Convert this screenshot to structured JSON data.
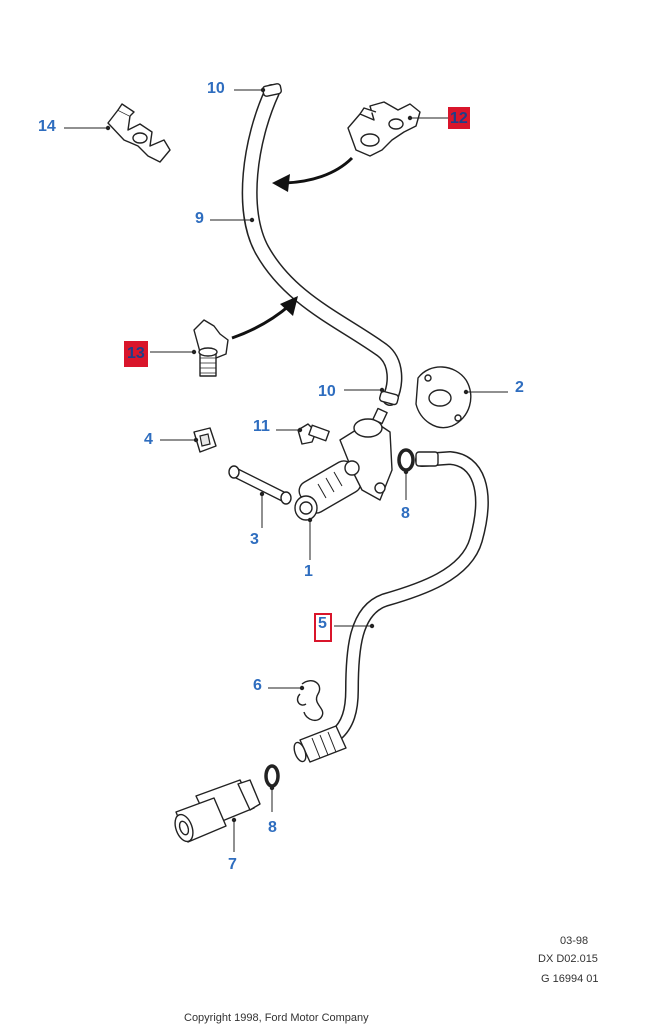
{
  "callouts": {
    "p1": "1",
    "p2": "2",
    "p3": "3",
    "p4": "4",
    "p5": "5",
    "p6": "6",
    "p7": "7",
    "p8a": "8",
    "p8b": "8",
    "p9": "9",
    "p10a": "10",
    "p10b": "10",
    "p11": "11",
    "p12": "12",
    "p13": "13",
    "p14": "14"
  },
  "highlight_colors": {
    "filled_box": "#d9152b",
    "outline_box": "#d9152b",
    "callout_text": "#2e6dbf"
  },
  "reference": {
    "date": "03-98",
    "drawing_no": "DX D02.015",
    "graphic_no": "G 16994 01"
  },
  "copyright": "Copyright 1998, Ford Motor Company"
}
